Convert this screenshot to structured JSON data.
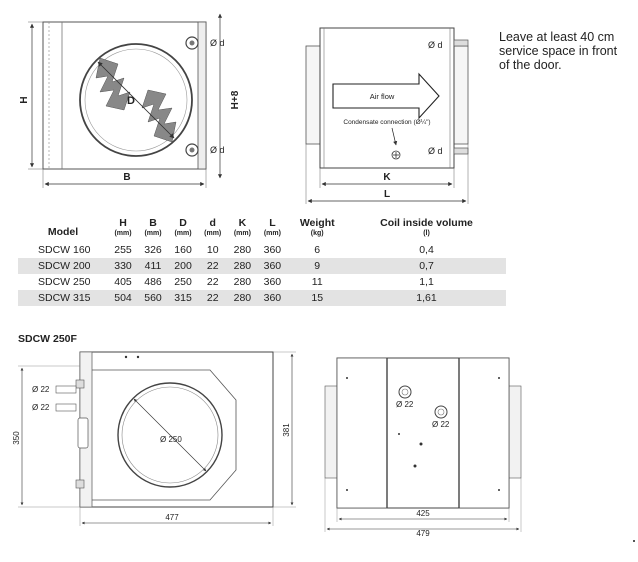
{
  "top": {
    "front_labels": {
      "H": "H",
      "B": "B",
      "D": "D",
      "H8": "H+8",
      "pipe": "Ø d"
    },
    "side_labels": {
      "airflow": "Air flow",
      "condensate": "Condensate connection (Ø¼\")",
      "K": "K",
      "L": "L",
      "pipe": "Ø d"
    }
  },
  "note": {
    "lines": [
      "Leave at least 40 cm",
      "service space in front",
      "of the door."
    ]
  },
  "table": {
    "columns": [
      {
        "name": "Model",
        "unit": ""
      },
      {
        "name": "H",
        "unit": "(mm)"
      },
      {
        "name": "B",
        "unit": "(mm)"
      },
      {
        "name": "D",
        "unit": "(mm)"
      },
      {
        "name": "d",
        "unit": "(mm)"
      },
      {
        "name": "K",
        "unit": "(mm)"
      },
      {
        "name": "L",
        "unit": "(mm)"
      },
      {
        "name": "Weight",
        "unit": "(kg)"
      },
      {
        "name": "Coil inside volume",
        "unit": "(l)"
      }
    ],
    "rows": [
      [
        "SDCW 160",
        "255",
        "326",
        "160",
        "10",
        "280",
        "360",
        "6",
        "0,4"
      ],
      [
        "SDCW 200",
        "330",
        "411",
        "200",
        "22",
        "280",
        "360",
        "9",
        "0,7"
      ],
      [
        "SDCW 250",
        "405",
        "486",
        "250",
        "22",
        "280",
        "360",
        "11",
        "1,1"
      ],
      [
        "SDCW 315",
        "504",
        "560",
        "315",
        "22",
        "280",
        "360",
        "15",
        "1,61"
      ]
    ]
  },
  "bottom": {
    "title": "SDCW 250F",
    "front": {
      "pipe1": "Ø 22",
      "pipe2": "Ø 22",
      "diameter": "Ø 250",
      "height_inner": "350",
      "height_outer": "381",
      "width": "477"
    },
    "side": {
      "pipe1": "Ø 22",
      "pipe2": "Ø 22",
      "width_inner": "425",
      "width_outer": "479"
    }
  }
}
